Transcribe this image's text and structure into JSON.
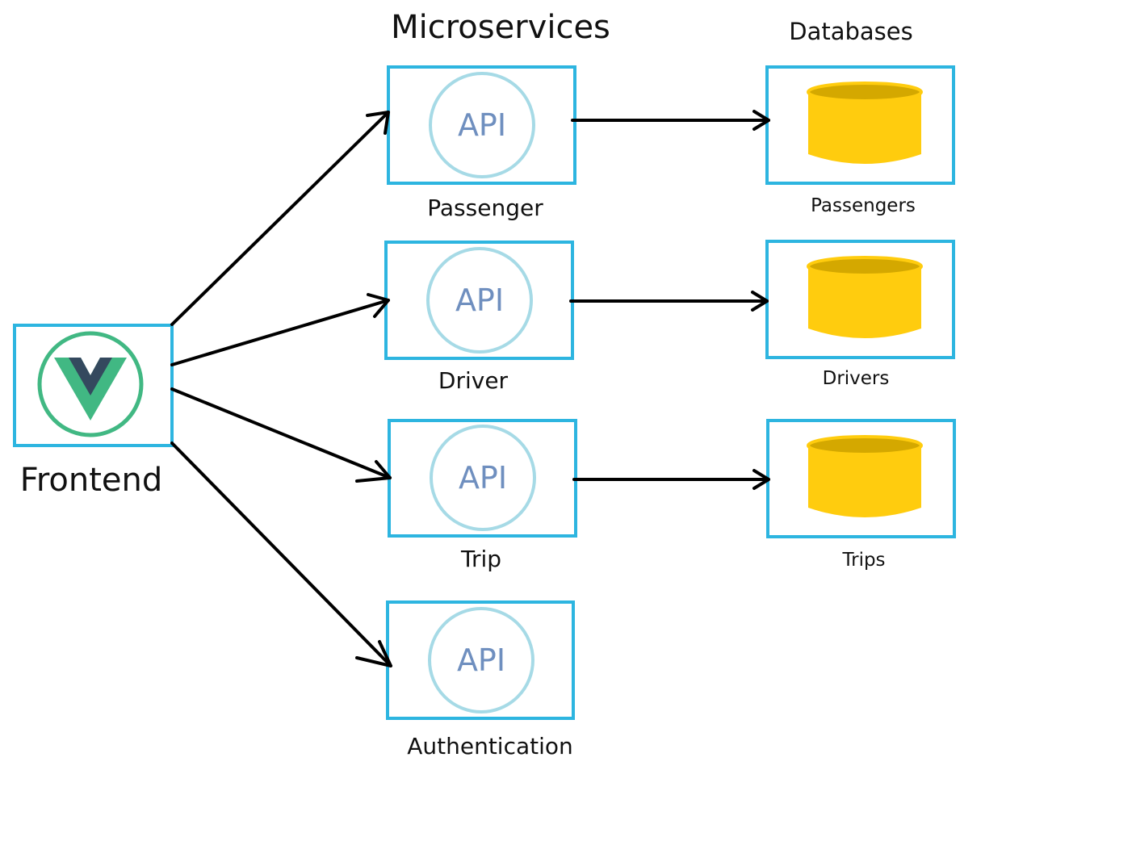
{
  "headings": {
    "microservices": "Microservices",
    "databases": "Databases"
  },
  "frontend": {
    "label": "Frontend",
    "icon": "vue-logo-icon",
    "colors": {
      "ring": "#41b883",
      "outer_v": "#41b883",
      "inner_v": "#34495e"
    }
  },
  "services": [
    {
      "id": "passenger",
      "api_label": "API",
      "label": "Passenger"
    },
    {
      "id": "driver",
      "api_label": "API",
      "label": "Driver"
    },
    {
      "id": "trip",
      "api_label": "API",
      "label": "Trip"
    },
    {
      "id": "authentication",
      "api_label": "API",
      "label": "Authentication"
    }
  ],
  "databases": [
    {
      "id": "passengers",
      "label": "Passengers",
      "icon": "database-cylinder-icon"
    },
    {
      "id": "drivers",
      "label": "Drivers",
      "icon": "database-cylinder-icon"
    },
    {
      "id": "trips",
      "label": "Trips",
      "icon": "database-cylinder-icon"
    }
  ],
  "connections": [
    {
      "from": "frontend",
      "to": "passenger"
    },
    {
      "from": "frontend",
      "to": "driver"
    },
    {
      "from": "frontend",
      "to": "trip"
    },
    {
      "from": "frontend",
      "to": "authentication"
    },
    {
      "from": "passenger",
      "to": "passengers"
    },
    {
      "from": "driver",
      "to": "drivers"
    },
    {
      "from": "trip",
      "to": "trips"
    }
  ],
  "colors": {
    "box_border": "#2db5e0",
    "api_circle": "#a6dae6",
    "api_text": "#6f8fbf",
    "database_fill": "#ffcc0e",
    "database_top": "#d4a800",
    "arrow": "#000000"
  }
}
